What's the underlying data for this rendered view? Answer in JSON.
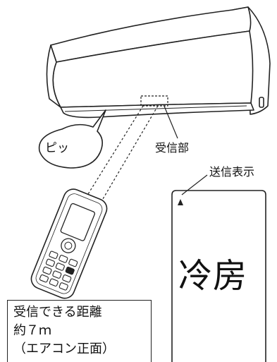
{
  "diagram": {
    "speech_bubble_text": "ピッ",
    "receiver_label": "受信部",
    "send_indicator_label": "送信表示",
    "send_indicator_mark": "▲",
    "display_mode_text": "冷房",
    "range_note": {
      "line1": "受信できる距離",
      "line2": "約７ｍ",
      "line3": "（エアコン正面）"
    }
  }
}
